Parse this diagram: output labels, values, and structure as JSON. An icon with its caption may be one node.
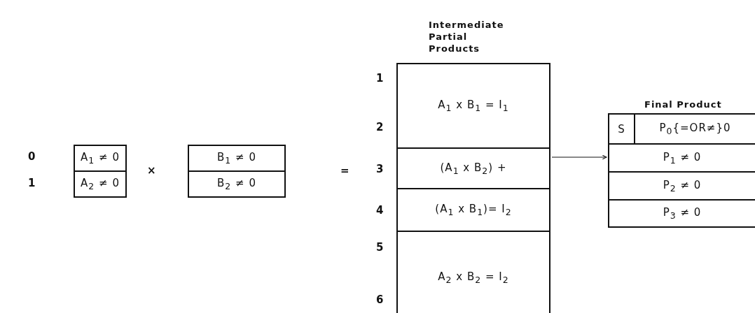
{
  "diagram": {
    "nodes": [
      {
        "text": [
          "A$_{1}$ ≠ 0"
        ]
      },
      {
        "text": [
          "A$_{2}$ ≠ 0"
        ]
      },
      {
        "text": [
          "B$_{1}$ ≠ 0"
        ]
      },
      {
        "text": [
          "B$_{2}$ ≠ 0"
        ]
      },
      {
        "text": [
          "Intermediate Partial Products"
        ]
      },
      {
        "text": [
          "A$_{1}$ x B$_{1}$ = I$_{1}$"
        ],
        "in": 4
      },
      {
        "text": [
          "(A$_{1}$ x B$_{2}$) +"
        ],
        "in": 4
      },
      {
        "text": [
          "(A$_{1}$ x B$_{1}$)= I$_{2}$"
        ],
        "in": 4
      },
      {
        "text": [
          "A$_{2}$ x B$_{2}$ = I$_{2}$"
        ],
        "in": 4
      },
      {
        "text": [
          "Final Product"
        ]
      },
      {
        "text": [
          "S"
        ],
        "in": 9
      },
      {
        "text": [
          "P$_{0}${=OR≠}0"
        ],
        "in": 9
      },
      {
        "text": [
          "P$_{1}$ ≠ 0"
        ],
        "in": 9
      },
      {
        "text": [
          "P$_{2}$ ≠ 0"
        ],
        "in": 9
      },
      {
        "text": [
          "P$_{3}$ ≠ 0"
        ],
        "in": 9
      }
    ],
    "edges": [
      {
        "from": 4,
        "to": 9,
        "arrow": "to"
      }
    ],
    "labels": [
      "0",
      "1",
      "×",
      "=",
      "1",
      "2",
      "3",
      "4",
      "5",
      "6"
    ]
  }
}
